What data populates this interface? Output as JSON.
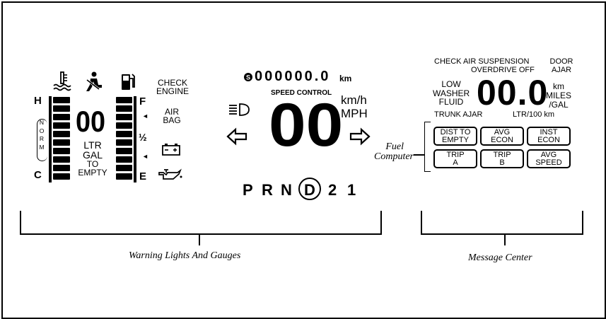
{
  "gauges": {
    "temp": {
      "hot": "H",
      "cold": "C",
      "norm": "NORM"
    },
    "fuel": {
      "full": "F",
      "half": "½",
      "empty": "E"
    },
    "range": {
      "digits": "00",
      "line1": "LTR",
      "line2": "GAL",
      "line3": "TO",
      "line4": "EMPTY"
    },
    "check_engine": {
      "line1": "CHECK",
      "line2": "ENGINE"
    },
    "air_bag": {
      "line1": "AIR",
      "line2": "BAG"
    }
  },
  "speedometer": {
    "odometer": "000000.0",
    "odometer_unit": "km",
    "speed_control": "SPEED CONTROL",
    "speed_digits": "00",
    "unit_kmh": "km/h",
    "unit_mph": "MPH"
  },
  "gear_selector": {
    "gears": [
      "P",
      "R",
      "N",
      "D",
      "2",
      "1"
    ],
    "selected": "D"
  },
  "message_center": {
    "check_air_suspension": "CHECK  AIR SUSPENSION",
    "overdrive_off": "OVERDRIVE OFF",
    "door_ajar": {
      "line1": "DOOR",
      "line2": "AJAR"
    },
    "low_washer_fluid": {
      "line1": "LOW",
      "line2": "WASHER",
      "line3": "FLUID"
    },
    "digits": "00.0",
    "unit_km": "km",
    "unit_miles": "MILES",
    "unit_gal": "/GAL",
    "trunk_ajar": "TRUNK  AJAR",
    "ltr_100km": "LTR/100 km"
  },
  "fuel_computer": {
    "label_line1": "Fuel",
    "label_line2": "Computer",
    "buttons": [
      {
        "line1": "DIST TO",
        "line2": "EMPTY"
      },
      {
        "line1": "AVG",
        "line2": "ECON"
      },
      {
        "line1": "INST",
        "line2": "ECON"
      },
      {
        "line1": "TRIP",
        "line2": "A"
      },
      {
        "line1": "TRIP",
        "line2": "B"
      },
      {
        "line1": "AVG",
        "line2": "SPEED"
      }
    ]
  },
  "captions": {
    "warning": "Warning Lights And Gauges",
    "message": "Message Center"
  }
}
